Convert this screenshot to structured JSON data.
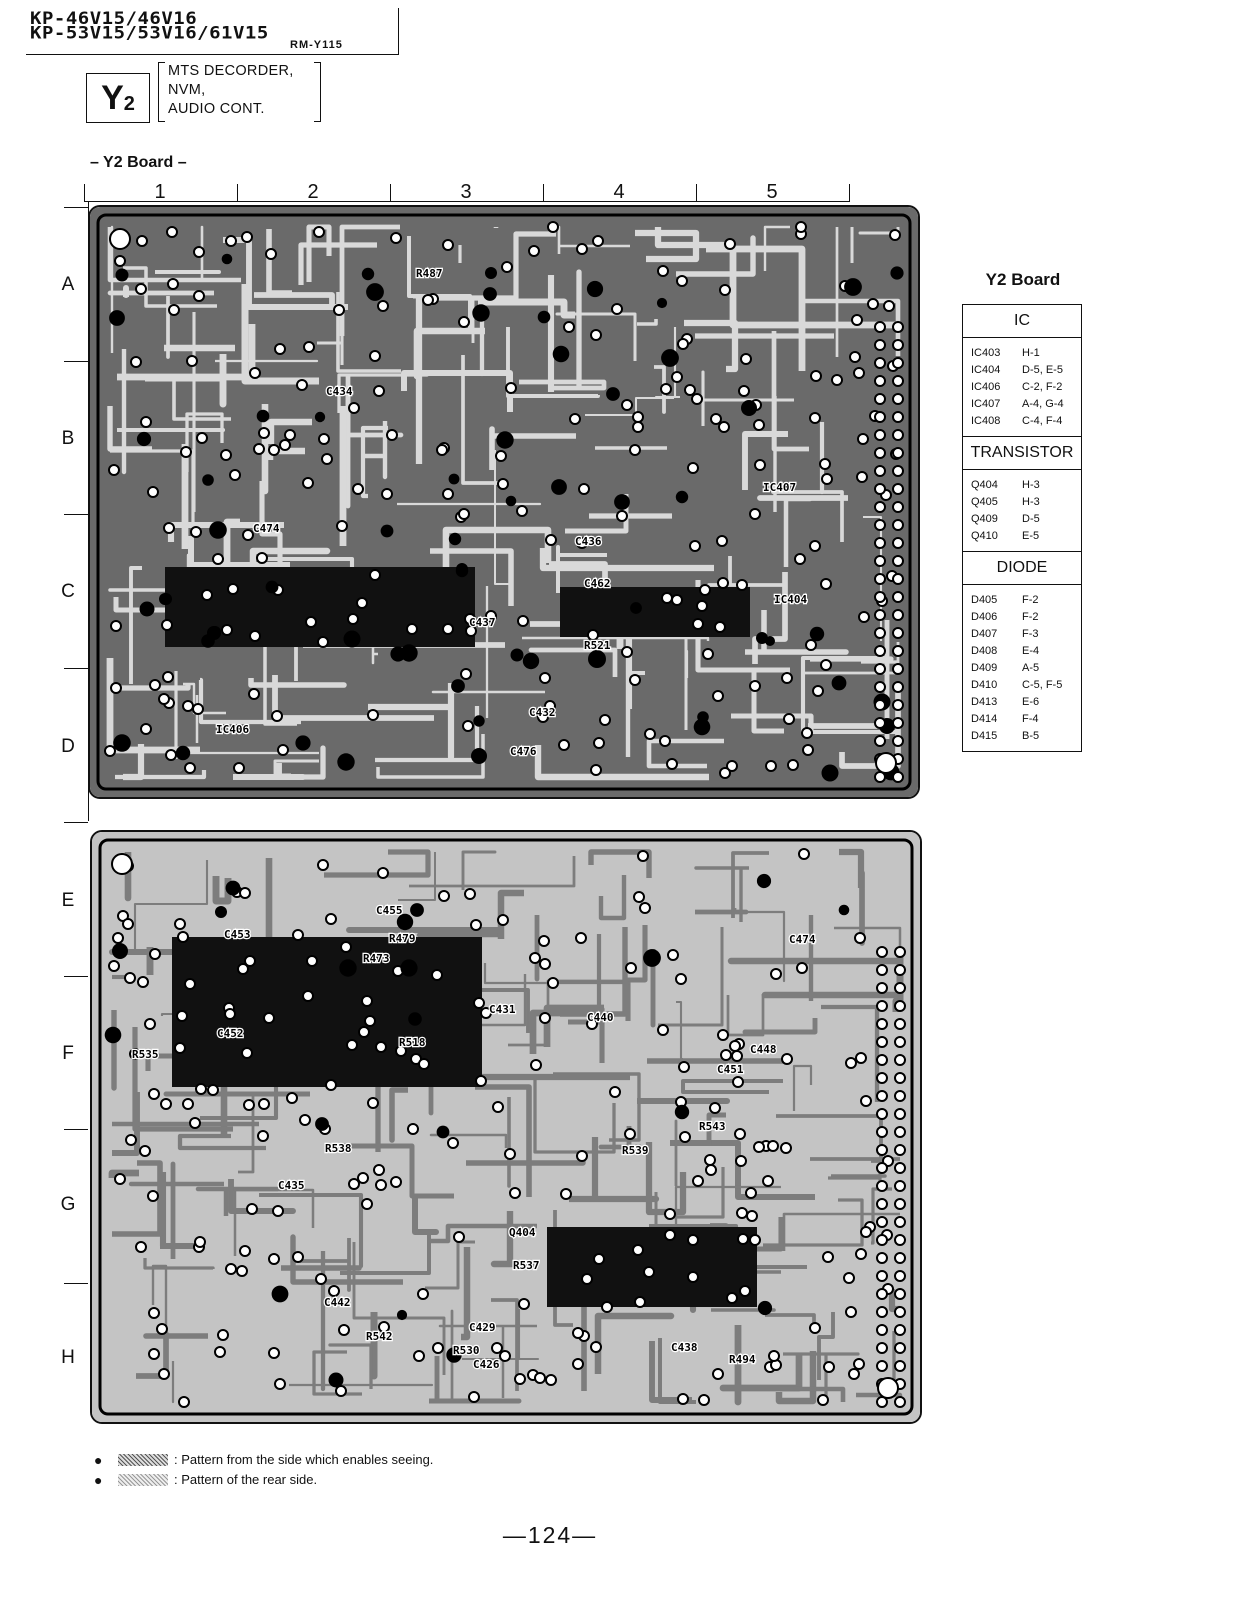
{
  "header": {
    "models": [
      "KP-46V15/46V16",
      "KP-53V15/53V16/61V15"
    ],
    "remote": "RM-Y115",
    "board_letter": "Y",
    "board_sub": "2",
    "description": [
      "MTS DECORDER,",
      "NVM,",
      "AUDIO CONT."
    ]
  },
  "board_title": "– Y2 Board –",
  "grid": {
    "columns": [
      "1",
      "2",
      "3",
      "4",
      "5"
    ],
    "rows": [
      "A",
      "B",
      "C",
      "D",
      "E",
      "F",
      "G",
      "H"
    ]
  },
  "component_table": {
    "title": "Y2 Board",
    "sections": [
      {
        "heading": "IC",
        "items": [
          {
            "ref": "IC403",
            "loc": "H-1"
          },
          {
            "ref": "IC404",
            "loc": "D-5, E-5"
          },
          {
            "ref": "IC406",
            "loc": "C-2, F-2"
          },
          {
            "ref": "IC407",
            "loc": "A-4, G-4"
          },
          {
            "ref": "IC408",
            "loc": "C-4, F-4"
          }
        ]
      },
      {
        "heading": "TRANSISTOR",
        "items": [
          {
            "ref": "Q404",
            "loc": "H-3"
          },
          {
            "ref": "Q405",
            "loc": "H-3"
          },
          {
            "ref": "Q409",
            "loc": "D-5"
          },
          {
            "ref": "Q410",
            "loc": "E-5"
          }
        ]
      },
      {
        "heading": "DIODE",
        "items": [
          {
            "ref": "D405",
            "loc": "F-2"
          },
          {
            "ref": "D406",
            "loc": "F-2"
          },
          {
            "ref": "D407",
            "loc": "F-3"
          },
          {
            "ref": "D408",
            "loc": "E-4"
          },
          {
            "ref": "D409",
            "loc": "A-5"
          },
          {
            "ref": "D410",
            "loc": "C-5, F-5"
          },
          {
            "ref": "D413",
            "loc": "E-6"
          },
          {
            "ref": "D414",
            "loc": "F-4"
          },
          {
            "ref": "D415",
            "loc": "B-5"
          }
        ]
      }
    ]
  },
  "top_board_labels": [
    "C432",
    "C434",
    "C436",
    "C437",
    "C462",
    "C476",
    "C474",
    "IC407",
    "IC406",
    "IC404",
    "R487",
    "R521"
  ],
  "bottom_board_labels": [
    "C455",
    "C448",
    "C440",
    "C431",
    "C452",
    "C442",
    "C453",
    "C451",
    "C435",
    "C426",
    "C429",
    "C438",
    "C474",
    "R473",
    "R479",
    "R494",
    "R539",
    "R538",
    "R537",
    "R535",
    "R543",
    "R542",
    "R530",
    "R518",
    "Q404"
  ],
  "legend": [
    {
      "text": ": Pattern from the side which enables seeing."
    },
    {
      "text": ": Pattern of the rear side."
    }
  ],
  "page_number": "—124—"
}
